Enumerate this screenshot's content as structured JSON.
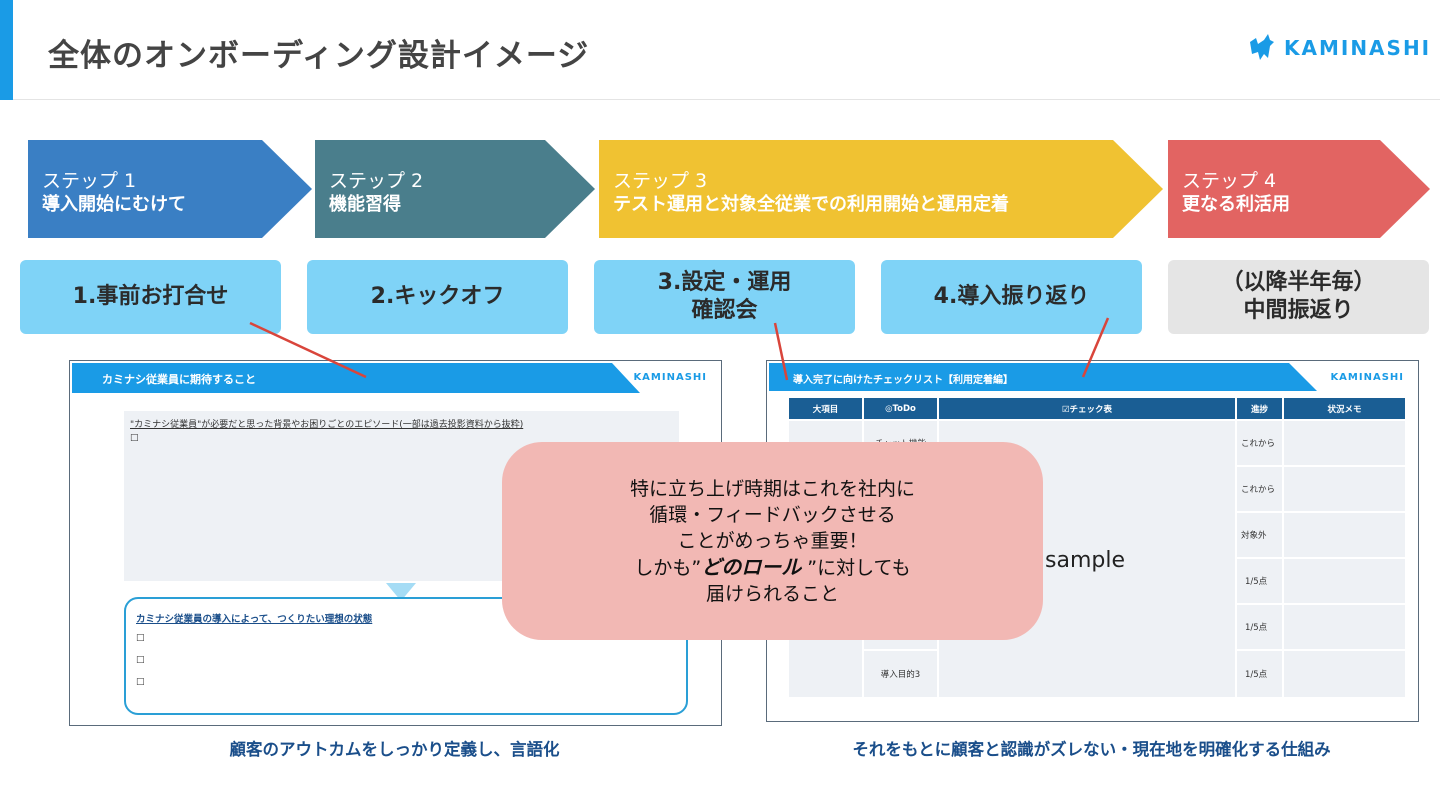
{
  "header": {
    "title": "全体のオンボーディング設計イメージ",
    "logo": "KAMINASHI"
  },
  "steps": [
    {
      "label": "ステップ 1",
      "title": "導入開始にむけて",
      "color": "#3a7fc4"
    },
    {
      "label": "ステップ 2",
      "title": "機能習得",
      "color": "#4a7e8c"
    },
    {
      "label": "ステップ 3",
      "title": "テスト運用と対象全従業での利用開始と運用定着",
      "color": "#f0c232"
    },
    {
      "label": "ステップ 4",
      "title": "更なる利活用",
      "color": "#e26462"
    }
  ],
  "cards": [
    {
      "line1": "1.事前お打合せ",
      "line2": ""
    },
    {
      "line1": "2.キックオフ",
      "line2": ""
    },
    {
      "line1": "3.設定・運用",
      "line2": "確認会"
    },
    {
      "line1": "4.導入振り返り",
      "line2": ""
    },
    {
      "line1": "（以降半年毎）",
      "line2": "中間振返り"
    }
  ],
  "left_panel": {
    "header": "カミナシ従業員に期待すること",
    "logo": "KAMINASHI",
    "note": "\"カミナシ従業員\"が必要だと思った背景やお困りごとのエピソード(一部は過去投影資料から抜粋)",
    "checkbox": "□",
    "ideal_title": "カミナシ従業員の導入によって、つくりたい理想の状態",
    "ideal_items": [
      "□",
      "□",
      "□"
    ],
    "caption": "顧客のアウトカムをしっかり定義し、言語化"
  },
  "right_panel": {
    "header": "導入完了に向けたチェックリスト【利用定着編】",
    "logo": "KAMINASHI",
    "columns": [
      "大項目",
      "◎ToDo",
      "☑チェック表",
      "進捗",
      "状況メモ"
    ],
    "rows": [
      {
        "todo": "チャット機能",
        "status": "これから"
      },
      {
        "todo": "",
        "status": "これから"
      },
      {
        "todo": "",
        "status": "対象外"
      },
      {
        "todo": "",
        "status": "1/5点"
      },
      {
        "todo": "",
        "status": "1/5点"
      },
      {
        "todo": "導入目的3",
        "status": "1/5点"
      }
    ],
    "sample": "sample",
    "caption": "それをもとに顧客と認識がズレない・現在地を明確化する仕組み"
  },
  "callout": {
    "line1": "特に立ち上げ時期はこれを社内に",
    "line2": "循環・フィードバックさせる",
    "line3": "ことがめっちゃ重要！",
    "line4_pre": "しかも”",
    "line4_bold": "どのロール",
    "line4_post": " ”に対しても",
    "line5": "届けられること"
  }
}
